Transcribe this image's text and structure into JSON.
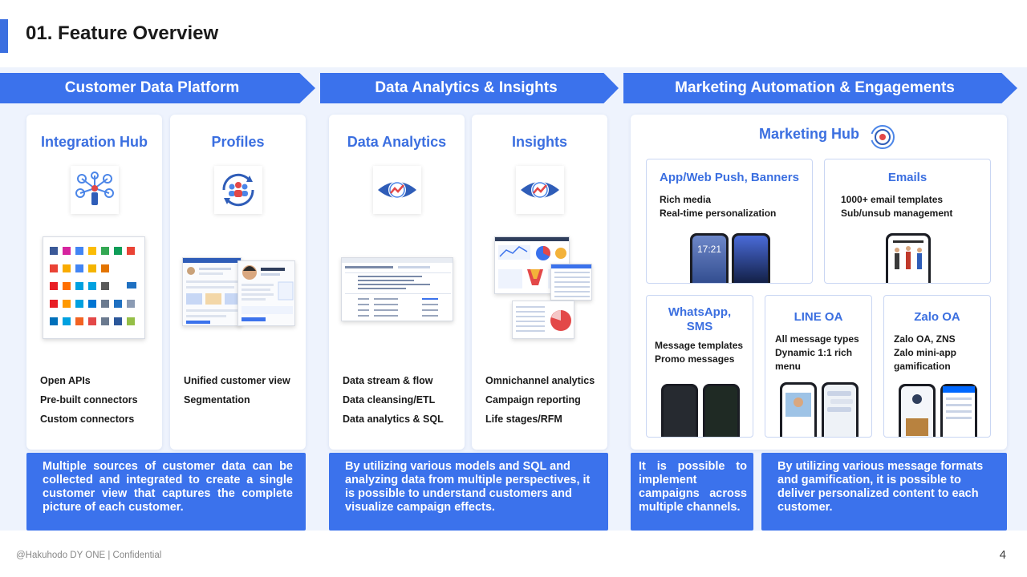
{
  "page": {
    "title": "01. Feature Overview",
    "footer": "@Hakuhodo DY ONE | Confidential",
    "page_number": "4"
  },
  "sections": [
    {
      "label": "Customer Data Platform"
    },
    {
      "label": "Data Analytics & Insights"
    },
    {
      "label": "Marketing Automation & Engagements"
    }
  ],
  "cards": {
    "integration_hub": {
      "title": "Integration Hub",
      "features": [
        "Open APIs",
        "Pre-built connectors",
        "Custom connectors"
      ]
    },
    "profiles": {
      "title": "Profiles",
      "features": [
        "Unified customer view",
        "Segmentation"
      ]
    },
    "data_analytics": {
      "title": "Data Analytics",
      "features": [
        "Data stream & flow",
        "Data cleansing/ETL",
        "Data analytics & SQL"
      ]
    },
    "insights": {
      "title": "Insights",
      "features": [
        "Omnichannel analytics",
        "Campaign reporting",
        "Life stages/RFM"
      ]
    }
  },
  "marketing_hub": {
    "title": "Marketing Hub",
    "push": {
      "title": "App/Web Push, Banners",
      "lines": [
        "Rich media",
        "Real-time personalization"
      ],
      "phone_time": "17:21"
    },
    "emails": {
      "title": "Emails",
      "lines": [
        "1000+ email templates",
        "Sub/unsub management"
      ]
    },
    "whatsapp": {
      "title_line1": "WhatsApp,",
      "title_line2": "SMS",
      "lines": [
        "Message templates",
        "Promo messages"
      ]
    },
    "line": {
      "title": "LINE OA",
      "lines": [
        "All message types",
        "Dynamic 1:1 rich",
        "menu"
      ]
    },
    "zalo": {
      "title": "Zalo OA",
      "lines": [
        "Zalo OA, ZNS",
        "Zalo mini-app",
        "gamification"
      ]
    }
  },
  "descriptions": {
    "cdp": "Multiple sources of customer data can be collected and integrated to create a single customer view that captures the complete picture of each customer.",
    "analytics": "By utilizing various models and SQL and analyzing data from multiple perspectives, it is possible to understand customers and visualize campaign effects.",
    "channels": "It is possible to implement campaigns across multiple channels.",
    "personalized": "By utilizing various message formats and gamification, it is possible to deliver personalized content to each customer."
  },
  "colors": {
    "accent": "#3b72ec",
    "title_blue": "#3b6fe0",
    "panel_bg": "#eef3fd"
  }
}
